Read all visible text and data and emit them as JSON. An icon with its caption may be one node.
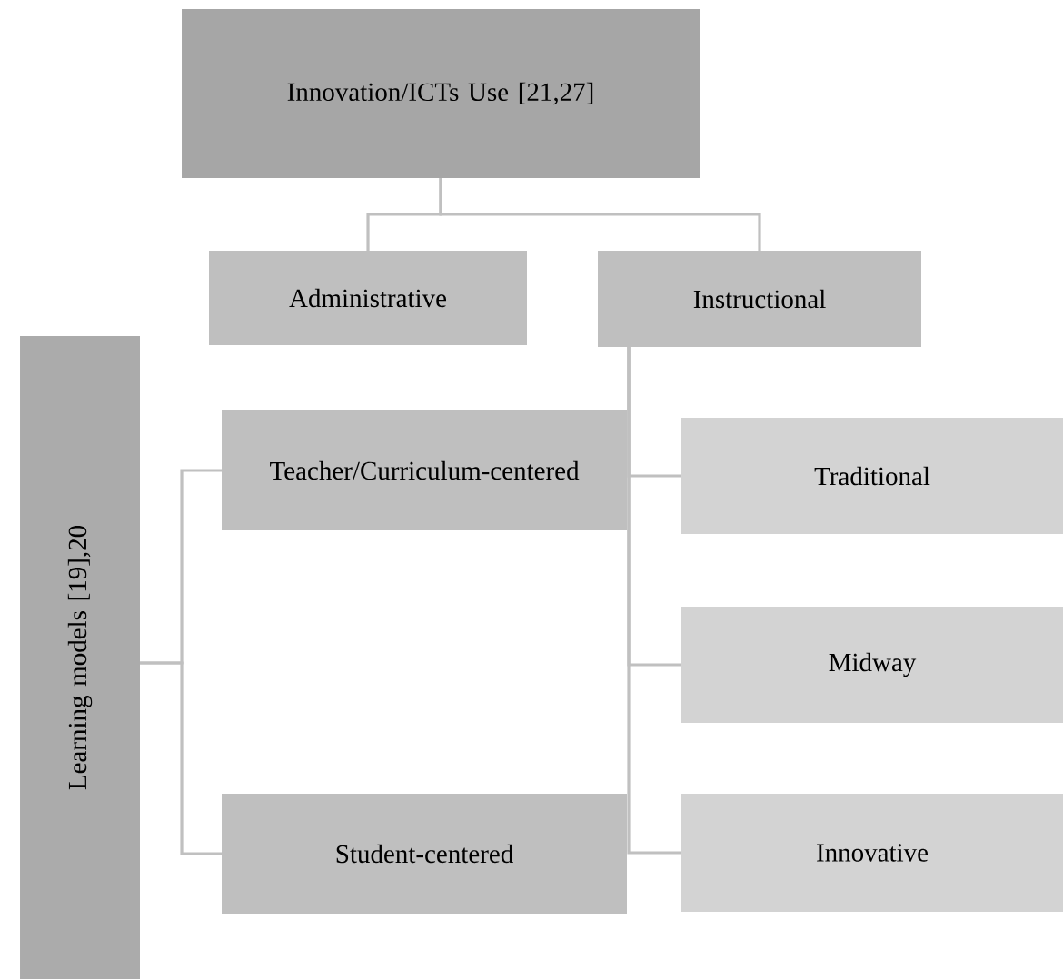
{
  "diagram": {
    "nodes": [
      {
        "text": [
          "Innovation/ICTs Use [21,27]"
        ]
      },
      {
        "text": [
          "Administrative"
        ]
      },
      {
        "text": [
          "Instructional"
        ]
      },
      {
        "text": [
          "Learning models [19],20"
        ]
      },
      {
        "text": [
          "Teacher/Curriculum-centered"
        ]
      },
      {
        "text": [
          "Traditional"
        ]
      },
      {
        "text": [
          "Midway"
        ]
      },
      {
        "text": [
          "Student-centered"
        ]
      },
      {
        "text": [
          "Innovative"
        ]
      }
    ],
    "edges": [
      {
        "from": 0,
        "to": 1,
        "arrow": "none"
      },
      {
        "from": 0,
        "to": 2,
        "arrow": "none"
      },
      {
        "from": 2,
        "to": 5,
        "arrow": "none"
      },
      {
        "from": 2,
        "to": 6,
        "arrow": "none"
      },
      {
        "from": 2,
        "to": 8,
        "arrow": "none"
      },
      {
        "from": 3,
        "to": 4,
        "arrow": "none"
      },
      {
        "from": 3,
        "to": 7,
        "arrow": "none"
      }
    ]
  }
}
